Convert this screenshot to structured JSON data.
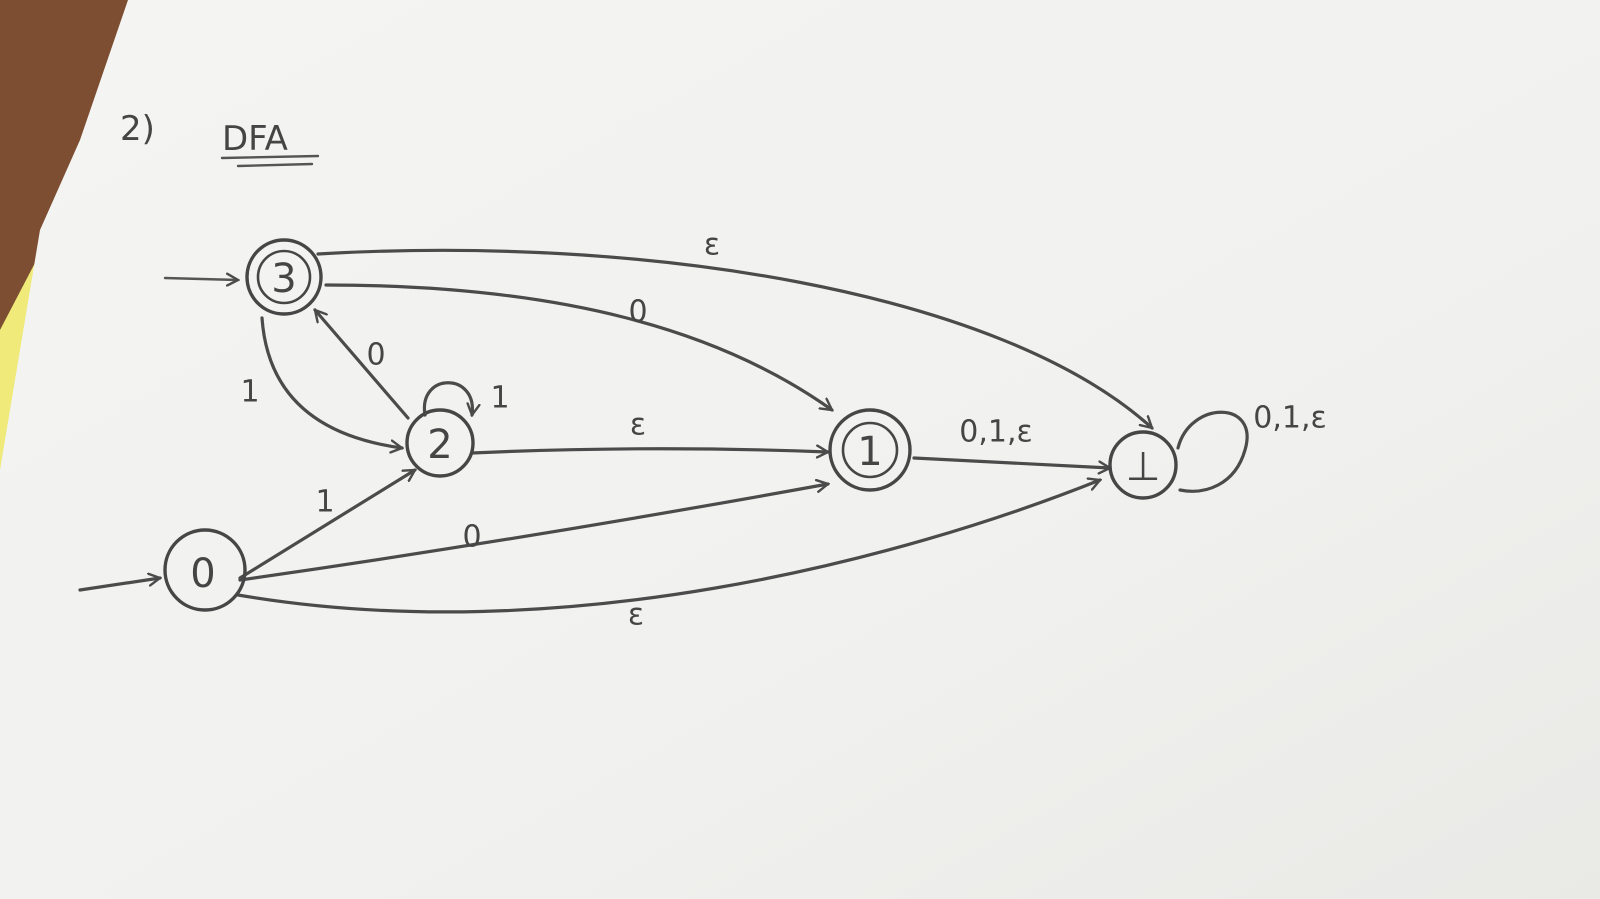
{
  "heading": {
    "number": "2)",
    "title": "DFA"
  },
  "colors": {
    "pencil": "#4b4b4b",
    "paper": "#f3f3f1",
    "highlighter": "#efea7a",
    "desk": "#8a5a3a"
  },
  "states": [
    {
      "id": "s0",
      "label": "0",
      "start": true,
      "accepting": false
    },
    {
      "id": "s2",
      "label": "2",
      "start": false,
      "accepting": false
    },
    {
      "id": "s3",
      "label": "3",
      "start": true,
      "accepting": true
    },
    {
      "id": "s1",
      "label": "1",
      "start": false,
      "accepting": true
    },
    {
      "id": "sT",
      "label": "⊥",
      "start": false,
      "accepting": false
    }
  ],
  "transitions": [
    {
      "from": "0",
      "to": "2",
      "label": "1"
    },
    {
      "from": "0",
      "to": "1",
      "label": "0"
    },
    {
      "from": "0",
      "to": "⊥",
      "label": "ε"
    },
    {
      "from": "2",
      "to": "3",
      "label": "0"
    },
    {
      "from": "3",
      "to": "2",
      "label": "1"
    },
    {
      "from": "2",
      "to": "2",
      "label": "1"
    },
    {
      "from": "2",
      "to": "1",
      "label": "ε"
    },
    {
      "from": "3",
      "to": "1",
      "label": "0"
    },
    {
      "from": "3",
      "to": "⊥",
      "label": "ε"
    },
    {
      "from": "1",
      "to": "⊥",
      "label": "0,1,ε"
    },
    {
      "from": "⊥",
      "to": "⊥",
      "label": "0,1,ε"
    }
  ]
}
